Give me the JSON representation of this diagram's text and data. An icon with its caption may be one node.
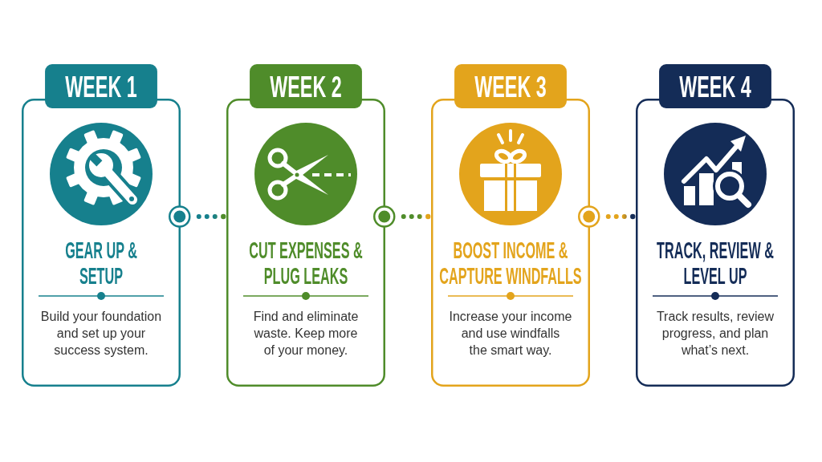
{
  "diagram": {
    "nodes": [
      {
        "text": [
          "WEEK 1",
          "GEAR UP & SETUP",
          "Build your foundation and set up your success system."
        ]
      },
      {
        "text": [
          "WEEK 2",
          "CUT EXPENSES & PLUG LEAKS",
          "Find and eliminate waste. Keep more of your money."
        ]
      },
      {
        "text": [
          "WEEK 3",
          "BOOST INCOME & CAPTURE WINDFALLS",
          "Increase your income and use windfalls the smart way."
        ]
      },
      {
        "text": [
          "WEEK 4",
          "TRACK, REVIEW & LEVEL UP",
          "Track results, review progress, and plan what’s next."
        ]
      }
    ],
    "edges": [
      {
        "from": 0,
        "to": 1,
        "arrow": "other",
        "style": "dashed"
      },
      {
        "from": 1,
        "to": 2,
        "arrow": "other",
        "style": "dashed"
      },
      {
        "from": 2,
        "to": 3,
        "arrow": "other",
        "style": "dashed"
      }
    ]
  }
}
